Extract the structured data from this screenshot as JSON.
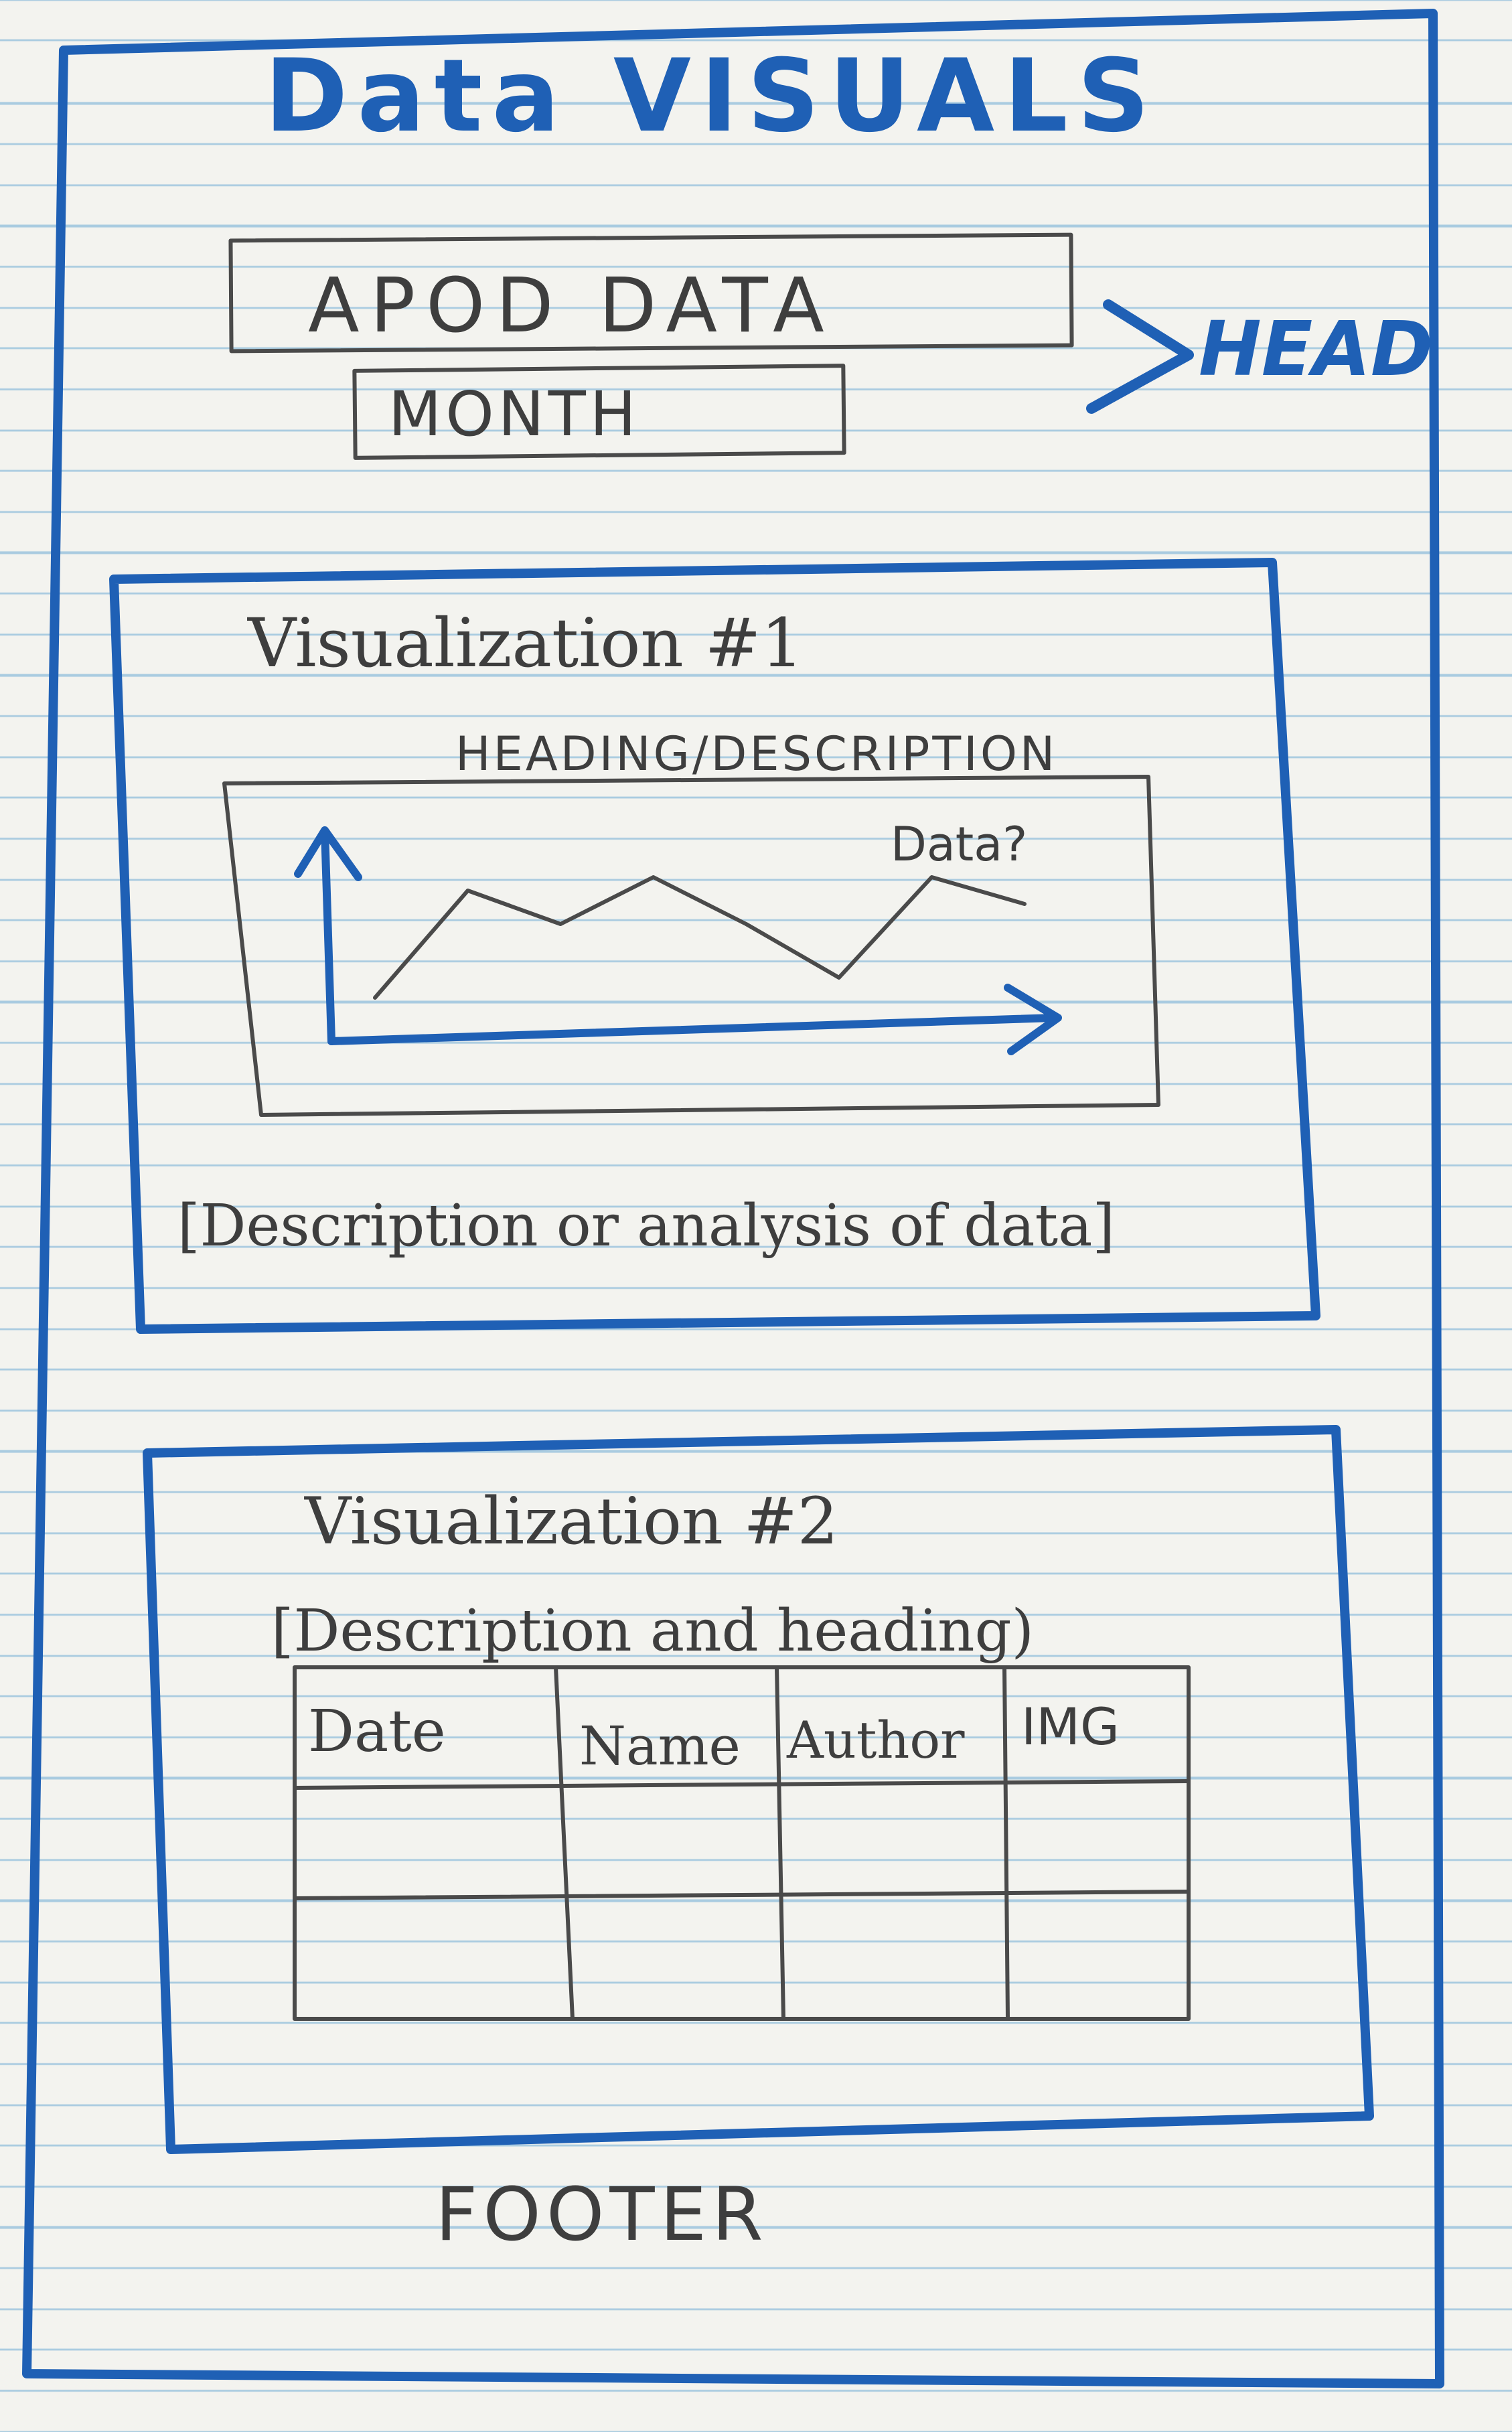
{
  "page": {
    "title": "Data VISUALS"
  },
  "header": {
    "title_box": "APOD DATA",
    "month_box": "MONTH",
    "section_label": "HEAD"
  },
  "visualization_1": {
    "title": "Visualization #1",
    "heading": "HEADING/DESCRIPTION",
    "chart_annotation": "Data?",
    "description": "[Description or analysis of data]",
    "sketch_line": [
      0.0,
      0.8,
      0.55,
      0.9,
      0.55,
      0.15,
      0.9,
      0.7
    ]
  },
  "visualization_2": {
    "title": "Visualization #2",
    "description": "[Description and heading)",
    "table": {
      "columns": [
        "Date",
        "Name",
        "Author",
        "IMG"
      ],
      "rows": [
        [
          "",
          "",
          "",
          ""
        ],
        [
          "",
          "",
          "",
          ""
        ]
      ]
    }
  },
  "footer": {
    "label": "FOOTER"
  },
  "colors": {
    "ink_blue": "#1f60b5",
    "pencil_grey": "#3e3e3e",
    "paper": "#f3f3ef",
    "rule_line": "#a9cbe0"
  }
}
